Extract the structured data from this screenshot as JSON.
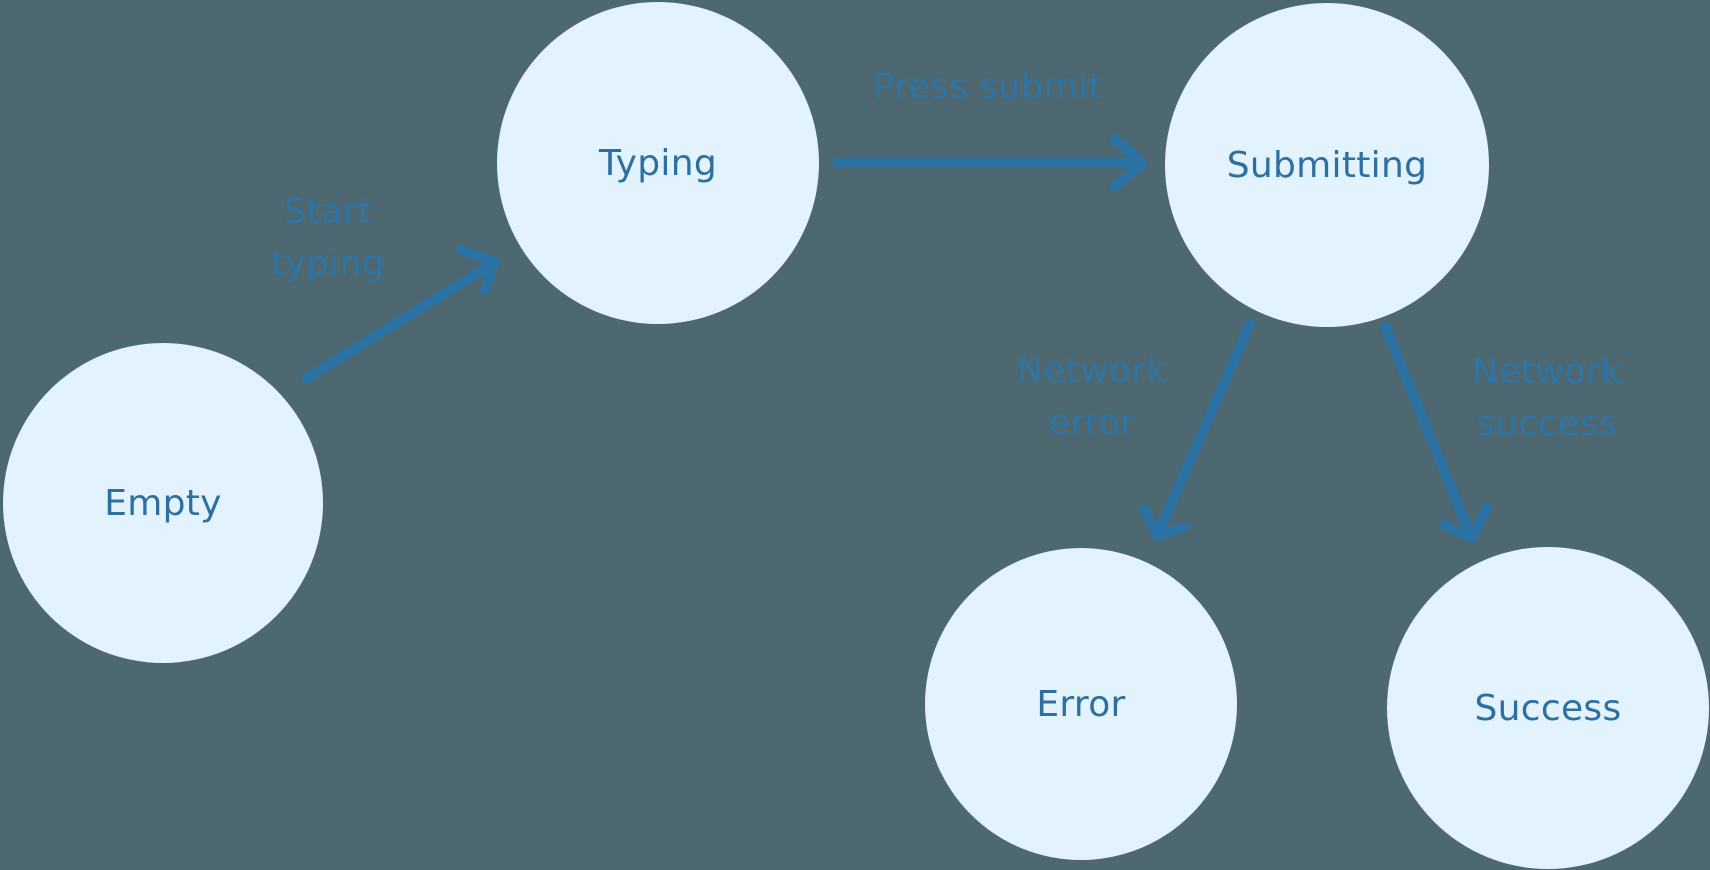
{
  "diagram": {
    "type": "state-machine",
    "colors": {
      "background": "#4D6871",
      "node_fill": "#E3F3FD",
      "node_text": "#2D6F9F",
      "arrow": "#2C73A5",
      "edge_label_text": "#2E74A5"
    },
    "nodes": {
      "empty": {
        "label": "Empty"
      },
      "typing": {
        "label": "Typing"
      },
      "submitting": {
        "label": "Submitting"
      },
      "error": {
        "label": "Error"
      },
      "success": {
        "label": "Success"
      }
    },
    "edges": {
      "start_typing": {
        "label": "Start typing",
        "from": "Empty",
        "to": "Typing"
      },
      "press_submit": {
        "label": "Press submit",
        "from": "Typing",
        "to": "Submitting"
      },
      "network_error": {
        "label": "Network error",
        "from": "Submitting",
        "to": "Error"
      },
      "network_success": {
        "label": "Network success",
        "from": "Submitting",
        "to": "Success"
      }
    }
  }
}
